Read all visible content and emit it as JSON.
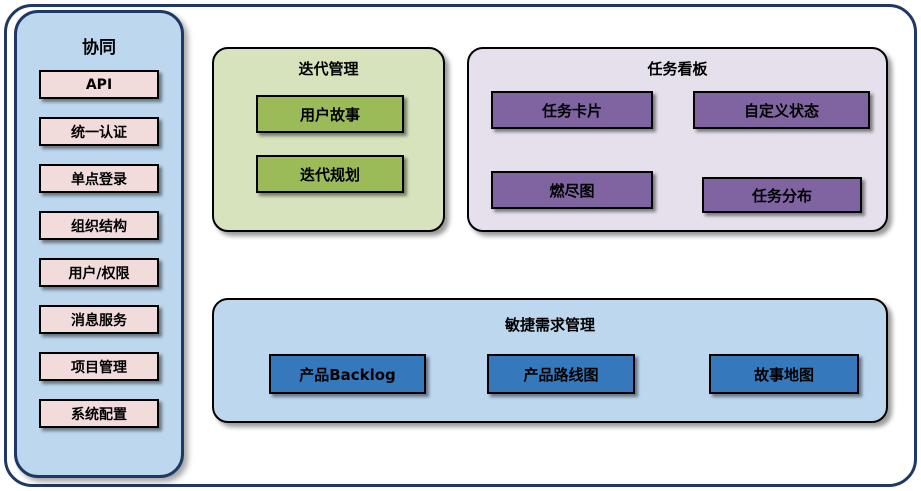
{
  "colors": {
    "outline": "#1F3864",
    "sidebar-fill": "#BDD7EE",
    "pink-box": "#F2DBDB",
    "green-panel": "#D6E3BC",
    "green-box": "#9BBB59",
    "purple-panel": "#E5E0EC",
    "purple-box": "#8064A2",
    "blue-panel": "#BDD7EE",
    "blue-box": "#3579BC"
  },
  "sidebar": {
    "title": "协同",
    "items": [
      "API",
      "统一认证",
      "单点登录",
      "组织结构",
      "用户/权限",
      "消息服务",
      "项目管理",
      "系统配置"
    ]
  },
  "iteration": {
    "title": "迭代管理",
    "items": [
      "用户故事",
      "迭代规划"
    ]
  },
  "taskboard": {
    "title": "任务看板",
    "items": [
      "任务卡片",
      "自定义状态",
      "燃尽图",
      "任务分布"
    ]
  },
  "agile": {
    "title": "敏捷需求管理",
    "items": [
      "产品Backlog",
      "产品路线图",
      "故事地图"
    ]
  }
}
